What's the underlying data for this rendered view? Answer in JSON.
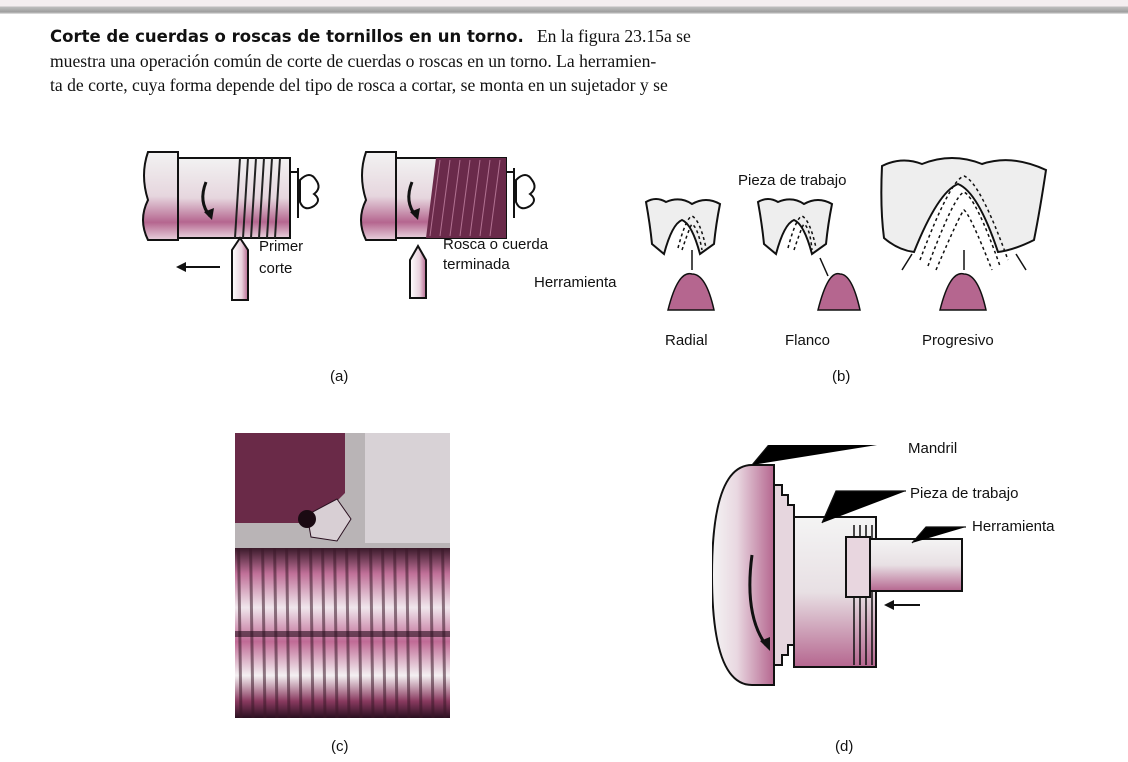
{
  "paragraph": {
    "heading": "Corte de cuerdas o roscas de tornillos en un torno.",
    "line1_rest": "En la figura 23.15a se",
    "line2": "muestra una operación común de corte de cuerdas o roscas  en un torno. La herramien-",
    "line3": "ta de corte, cuya forma depende del tipo de rosca a cortar, se monta en un sujetador y se"
  },
  "figure_a": {
    "label_first_cut_1": "Primer",
    "label_first_cut_2": "corte",
    "label_finished_1": "Rosca o cuerda",
    "label_finished_2": "terminada",
    "caption": "(a)"
  },
  "figure_b": {
    "workpiece": "Pieza de trabajo",
    "tool": "Herramienta",
    "radial": "Radial",
    "flank": "Flanco",
    "progressive": "Progresivo",
    "caption": "(b)"
  },
  "figure_c": {
    "caption": "(c)"
  },
  "figure_d": {
    "chuck": "Mandril",
    "workpiece": "Pieza de trabajo",
    "tool": "Herramienta",
    "caption": "(d)"
  },
  "colors": {
    "accent": "#b5668f",
    "dark": "#5a2040"
  }
}
